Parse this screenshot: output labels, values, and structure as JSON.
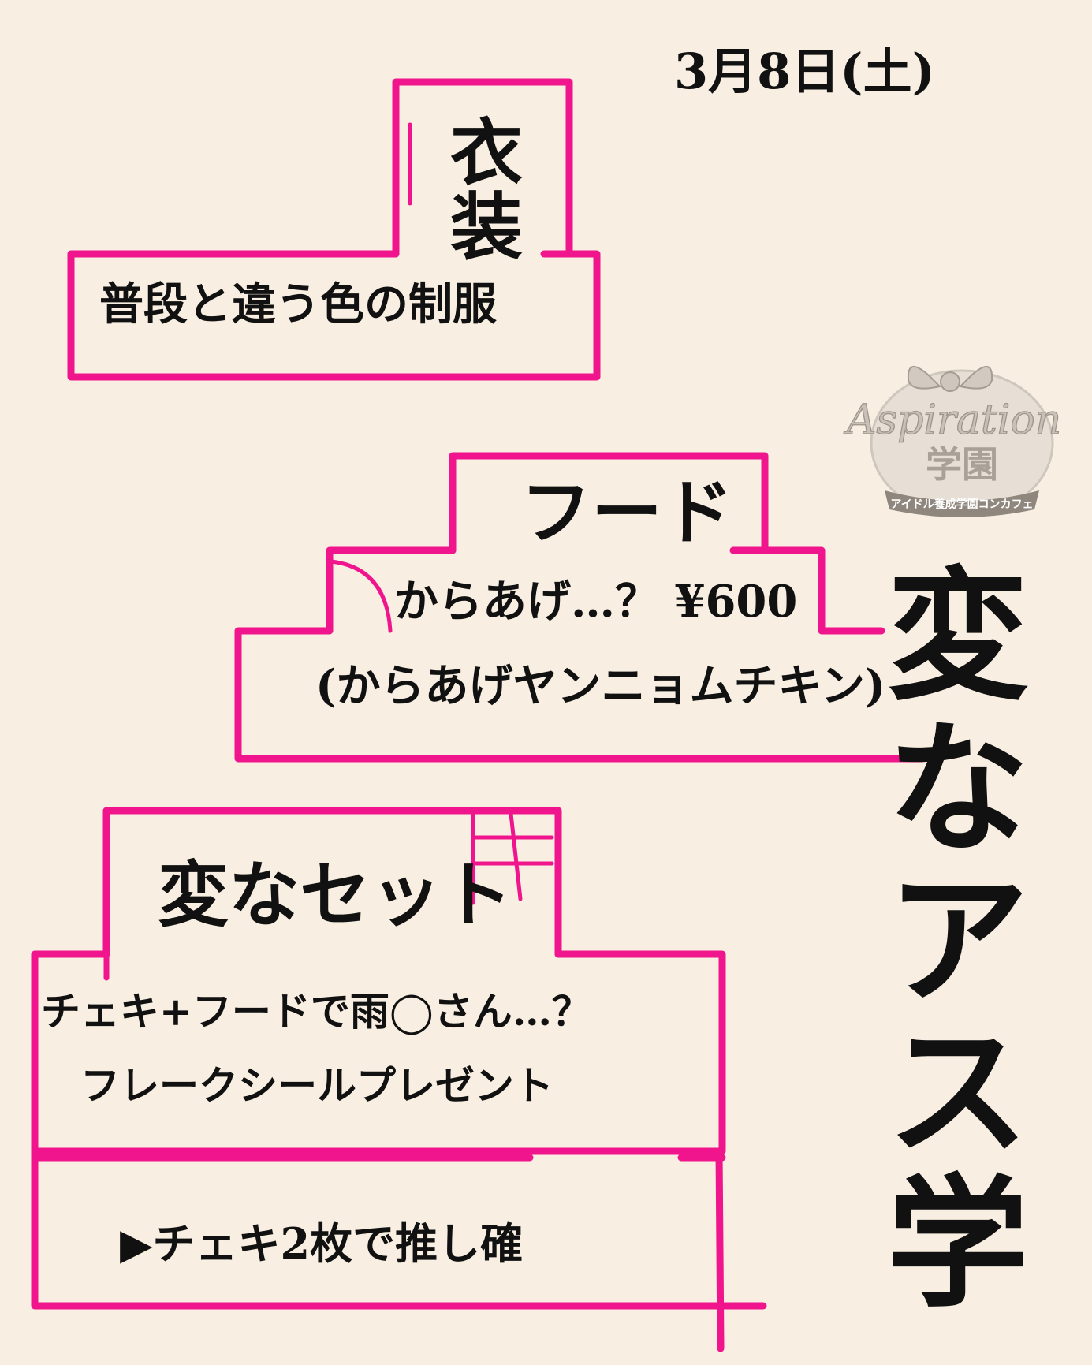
{
  "date": "3月8日(土)",
  "costume": {
    "title": "衣装",
    "detail": "普段と違う色の制服"
  },
  "food": {
    "title": "フード",
    "line1": "からあげ…？ ¥600",
    "line2": "(からあげヤンニョムチキン)"
  },
  "set": {
    "title": "変なセット",
    "line1": "チェキ+フードで雨◯さん…？",
    "line2": "フレークシールプレゼント"
  },
  "oshi": {
    "line": "▶チェキ2枚で推し確"
  },
  "event_title": "変なアス学",
  "logo": {
    "word": "Aspiration",
    "school": "学園",
    "subtitle": "アイドル養成学園コンカフェ"
  },
  "colors": {
    "background": "#f8efe2",
    "accent": "#f0158c",
    "text": "#111111"
  }
}
